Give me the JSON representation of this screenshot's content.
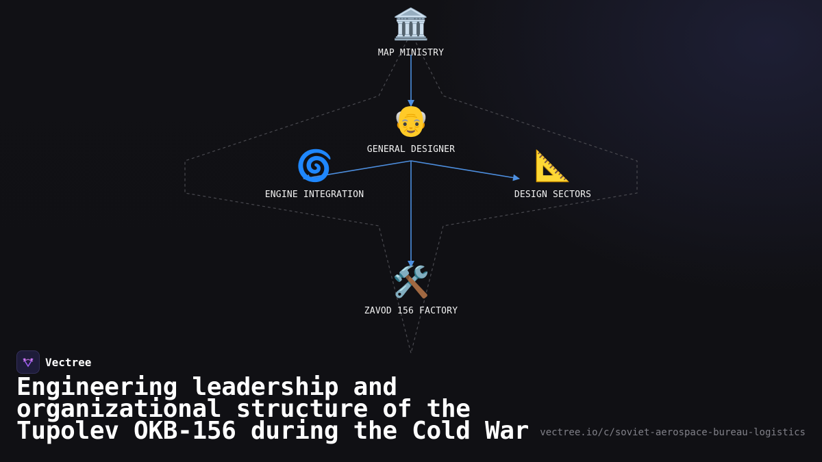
{
  "diagram": {
    "nodes": [
      {
        "id": "ministry",
        "icon": "classical-building-icon",
        "glyph": "🏛️",
        "label": "MAP MINISTRY"
      },
      {
        "id": "designer",
        "icon": "older-man-icon",
        "glyph": "👴",
        "label": "GENERAL DESIGNER"
      },
      {
        "id": "engine",
        "icon": "cyclone-icon",
        "glyph": "🌀",
        "label": "ENGINE INTEGRATION"
      },
      {
        "id": "sectors",
        "icon": "triangular-ruler-icon",
        "glyph": "📐",
        "label": "DESIGN SECTORS"
      },
      {
        "id": "factory",
        "icon": "hammer-and-wrench-icon",
        "glyph": "🛠️",
        "label": "ZAVOD 156 FACTORY"
      }
    ],
    "edges": [
      {
        "from": "ministry",
        "to": "designer"
      },
      {
        "from": "designer",
        "to": "engine"
      },
      {
        "from": "designer",
        "to": "sectors"
      },
      {
        "from": "designer",
        "to": "factory"
      }
    ],
    "edge_color": "#4d8fe0"
  },
  "brand": {
    "name": "Vectree",
    "logo_icon": "vectree-logo-icon"
  },
  "title": "Engineering leadership and organizational structure of the Tupolev OKB-156 during the Cold War",
  "url": "vectree.io/c/soviet-aerospace-bureau-logistics"
}
